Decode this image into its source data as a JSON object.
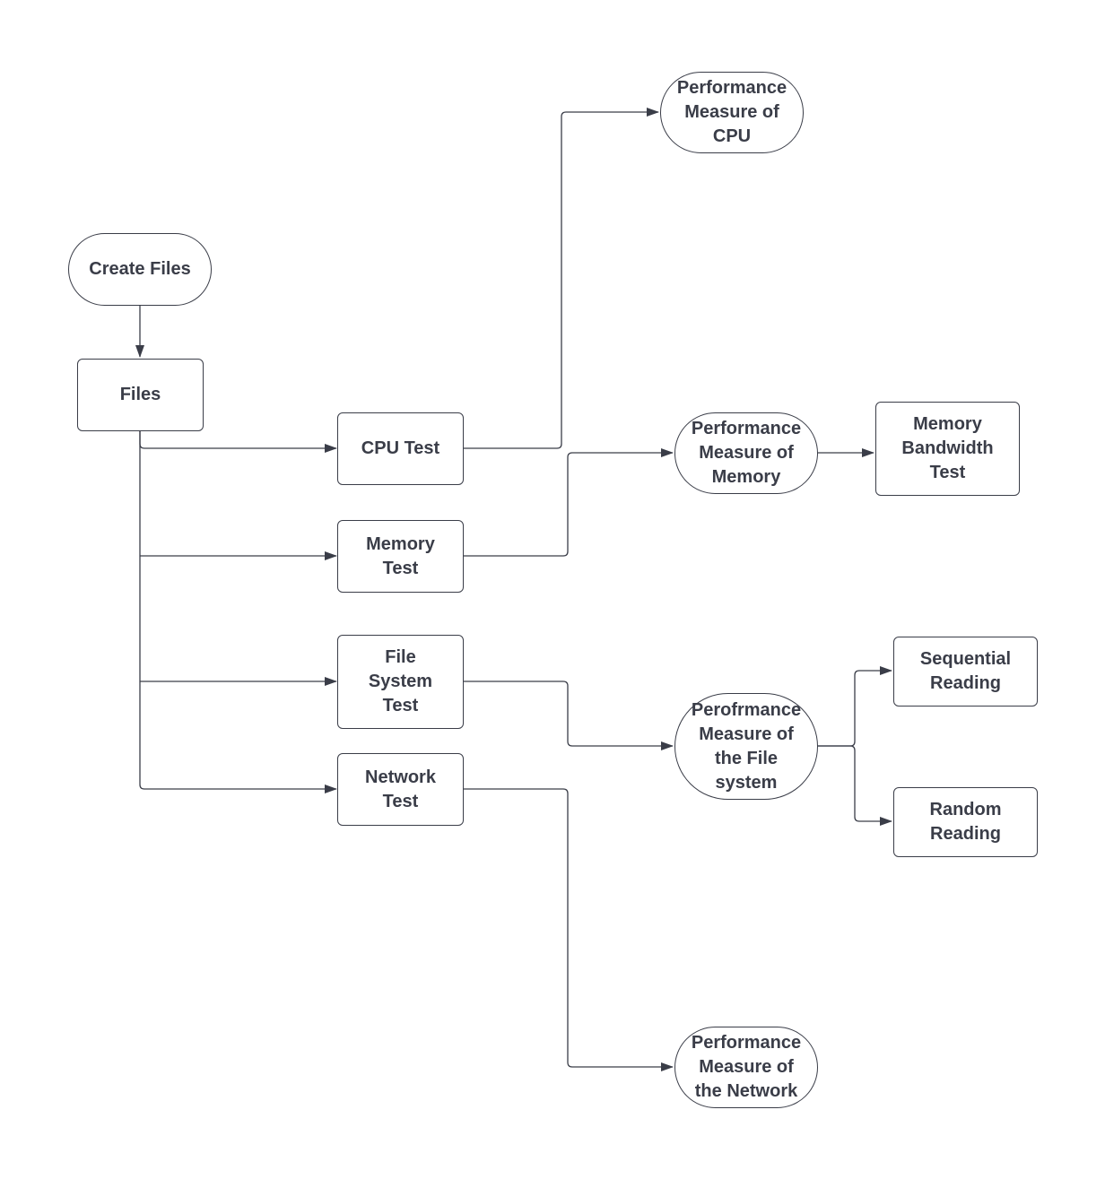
{
  "diagram": {
    "nodes": {
      "create_files": "Create Files",
      "files": "Files",
      "cpu_test": "CPU Test",
      "memory_test": "Memory\nTest",
      "file_system_test": "File\nSystem\nTest",
      "network_test": "Network\nTest",
      "perf_cpu": "Performance\nMeasure of\nCPU",
      "perf_memory": "Performance\nMeasure of\nMemory",
      "memory_bandwidth_test": "Memory\nBandwidth\nTest",
      "perf_file_system": "Perofrmance\nMeasure of\nthe File\nsystem",
      "sequential_reading": "Sequential\nReading",
      "random_reading": "Random\nReading",
      "perf_network": "Performance\nMeasure of\nthe Network"
    },
    "edges": [
      {
        "from": "create_files",
        "to": "files"
      },
      {
        "from": "files",
        "to": "cpu_test"
      },
      {
        "from": "files",
        "to": "memory_test"
      },
      {
        "from": "files",
        "to": "file_system_test"
      },
      {
        "from": "files",
        "to": "network_test"
      },
      {
        "from": "cpu_test",
        "to": "perf_cpu"
      },
      {
        "from": "memory_test",
        "to": "perf_memory"
      },
      {
        "from": "perf_memory",
        "to": "memory_bandwidth_test"
      },
      {
        "from": "file_system_test",
        "to": "perf_file_system"
      },
      {
        "from": "perf_file_system",
        "to": "sequential_reading"
      },
      {
        "from": "perf_file_system",
        "to": "random_reading"
      },
      {
        "from": "network_test",
        "to": "perf_network"
      }
    ]
  }
}
